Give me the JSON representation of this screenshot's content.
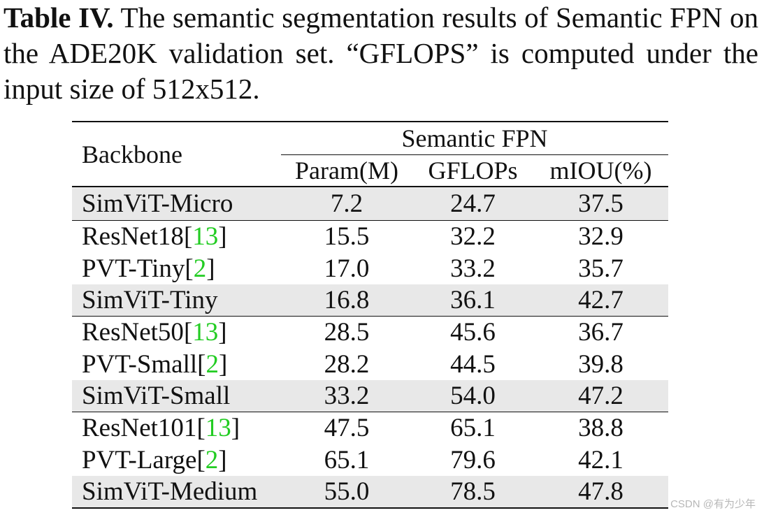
{
  "caption": {
    "title": "Table IV.",
    "text": "The semantic segmentation results of Semantic FPN on the ADE20K validation set. “GFLOPS” is computed under the input size of 512x512."
  },
  "table": {
    "backbone_header": "Backbone",
    "group_header": "Semantic FPN",
    "columns": [
      "Param(M)",
      "GFLOPs",
      "mIOU(%)"
    ],
    "rows": [
      {
        "name": "SimViT-Micro",
        "cite": "",
        "param": "7.2",
        "gflops": "24.7",
        "miou": "37.5",
        "highlight": true
      },
      {
        "name": "ResNet18",
        "cite": "13",
        "param": "15.5",
        "gflops": "32.2",
        "miou": "32.9",
        "highlight": false
      },
      {
        "name": "PVT-Tiny",
        "cite": "2",
        "param": "17.0",
        "gflops": "33.2",
        "miou": "35.7",
        "highlight": false
      },
      {
        "name": "SimViT-Tiny",
        "cite": "",
        "param": "16.8",
        "gflops": "36.1",
        "miou": "42.7",
        "highlight": true
      },
      {
        "name": "ResNet50",
        "cite": "13",
        "param": "28.5",
        "gflops": "45.6",
        "miou": "36.7",
        "highlight": false
      },
      {
        "name": "PVT-Small",
        "cite": "2",
        "param": "28.2",
        "gflops": "44.5",
        "miou": "39.8",
        "highlight": false
      },
      {
        "name": "SimViT-Small",
        "cite": "",
        "param": "33.2",
        "gflops": "54.0",
        "miou": "47.2",
        "highlight": true
      },
      {
        "name": "ResNet101",
        "cite": "13",
        "param": "47.5",
        "gflops": "65.1",
        "miou": "38.8",
        "highlight": false
      },
      {
        "name": "PVT-Large",
        "cite": "2",
        "param": "65.1",
        "gflops": "79.6",
        "miou": "42.1",
        "highlight": false
      },
      {
        "name": "SimViT-Medium",
        "cite": "",
        "param": "55.0",
        "gflops": "78.5",
        "miou": "47.8",
        "highlight": true
      }
    ]
  },
  "watermark": "CSDN @有为少年",
  "colors": {
    "highlight_row": "#e8e8e8",
    "citation": "#22cc22"
  }
}
